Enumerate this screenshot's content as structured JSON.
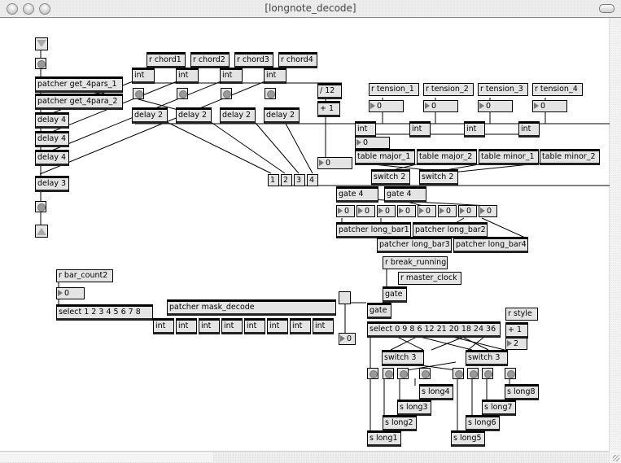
{
  "window": {
    "title": "[longnote_decode]"
  },
  "objects": {
    "chord": [
      "r chord1",
      "r chord2",
      "r chord3",
      "r chord4"
    ],
    "int_top": [
      "int",
      "int",
      "int",
      "int"
    ],
    "delay2": [
      "delay 2",
      "delay 2",
      "delay 2",
      "delay 2"
    ],
    "patcher_get1": "patcher get_4pars_1",
    "patcher_get2": "patcher get_4para_2",
    "delay4": [
      "delay 4",
      "delay 4",
      "delay 4"
    ],
    "delay3": "delay 3",
    "div12": "/ 12",
    "plus1": "+ 1",
    "tension": [
      "r tension_1",
      "r tension_2",
      "r tension_3",
      "r tension_4"
    ],
    "tension_nums": [
      "0",
      "0",
      "0",
      "0"
    ],
    "int_tension": [
      "int",
      "int",
      "int",
      "int"
    ],
    "num_mid": "0",
    "num_left": "0",
    "tables": [
      "table major_1",
      "table major_2",
      "table minor_1",
      "table minor_2"
    ],
    "msgs": [
      "1",
      "2",
      "3",
      "4"
    ],
    "switch2": [
      "switch 2",
      "switch 2"
    ],
    "gate4": [
      "gate 4",
      "gate 4"
    ],
    "gate_nums": [
      "0",
      "0",
      "0",
      "0",
      "0",
      "0",
      "0",
      "0"
    ],
    "long_bar": [
      "patcher long_bar1",
      "patcher long_bar2",
      "patcher long_bar3",
      "patcher long_bar4"
    ],
    "bar_count": "r bar_count2",
    "bar_num": "0",
    "select8": "select 1 2 3 4 5 6 7 8",
    "mask_decode": "patcher mask_decode",
    "int_row": [
      "int",
      "int",
      "int",
      "int",
      "int",
      "int",
      "int",
      "int"
    ],
    "mask_num": "0",
    "break_running": "r break_running",
    "master_clock": "r master_clock",
    "gate_a": "gate",
    "gate_b": "gate",
    "select_big": "select 0 9 8 6 12 21 20 18 24 36",
    "style": "r style",
    "style_plus": "+ 1",
    "style_num": "2",
    "switch3": [
      "switch 3",
      "switch 3"
    ],
    "s_long": [
      "s long1",
      "s long2",
      "s long3",
      "s long4",
      "s long5",
      "s long6",
      "s long7",
      "s long8"
    ]
  }
}
